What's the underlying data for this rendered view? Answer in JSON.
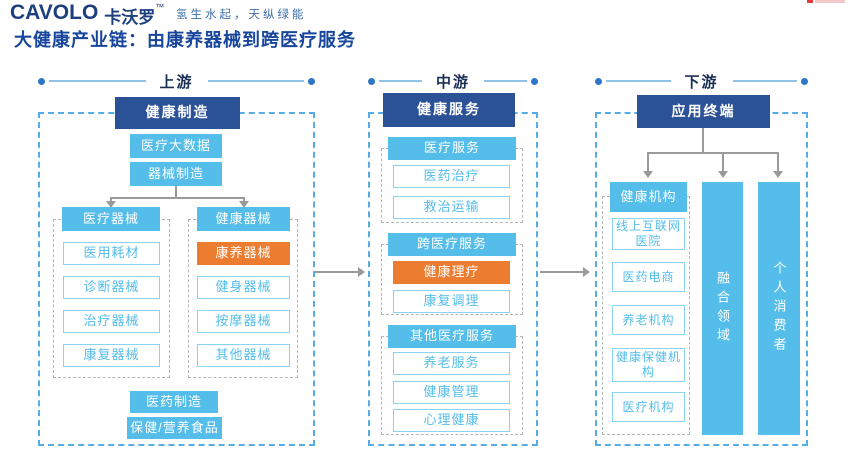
{
  "page": {
    "logo": "CAVOLO",
    "logo_cn": "卡沃罗",
    "trademark": "™",
    "tagline": "氢生水起，天纵绿能",
    "title": "大健康产业链：由康养器械到跨医疗服务"
  },
  "colors": {
    "dark_blue": "#2b5197",
    "light_blue": "#54bde9",
    "orange": "#ec7c30",
    "title_blue": "#17469c",
    "connector_gray": "#9a9a9a",
    "container_dash_blue": "#57ace6"
  },
  "upstream": {
    "label": "上游",
    "header": "健康制造",
    "chain": [
      "医疗大数据",
      "器械制造"
    ],
    "left": {
      "header": "医疗器械",
      "items": [
        "医用耗材",
        "诊断器械",
        "治疗器械",
        "康复器械"
      ]
    },
    "right": {
      "header": "健康器械",
      "items": [
        "康养器械",
        "健身器械",
        "按摩器械",
        "其他器械"
      ]
    },
    "bottom": [
      "医药制造",
      "保健/营养食品"
    ]
  },
  "midstream": {
    "label": "中游",
    "header": "健康服务",
    "groups": [
      {
        "header": "医疗服务",
        "items": [
          "医药治疗",
          "救治运输"
        ]
      },
      {
        "header": "跨医疗服务",
        "items": [
          "健康理疗",
          "康复调理"
        ]
      },
      {
        "header": "其他医疗服务",
        "items": [
          "养老服务",
          "健康管理",
          "心理健康"
        ]
      }
    ]
  },
  "downstream": {
    "label": "下游",
    "header": "应用终端",
    "org": {
      "header": "健康机构",
      "items": [
        "线上互联网医院",
        "医药电商",
        "养老机构",
        "健康保健机构",
        "医疗机构"
      ]
    },
    "bars": [
      "融合领域",
      "个人消费者"
    ]
  }
}
